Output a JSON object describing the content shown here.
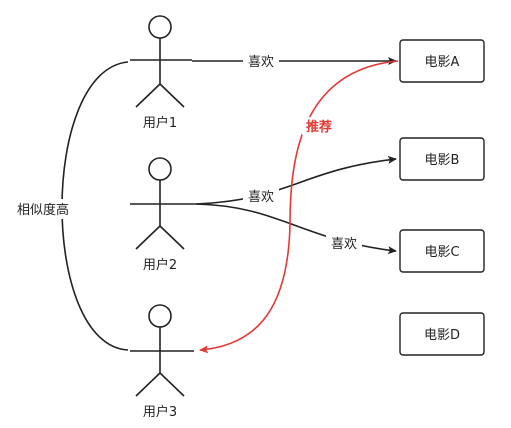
{
  "users": [
    {
      "label": "用户1"
    },
    {
      "label": "用户2"
    },
    {
      "label": "用户3"
    }
  ],
  "movies": [
    {
      "label": "电影A"
    },
    {
      "label": "电影B"
    },
    {
      "label": "电影C"
    },
    {
      "label": "电影D"
    }
  ],
  "edges": {
    "like_user1_movieA": "喜欢",
    "like_user2_movieB": "喜欢",
    "like_user2_movieC": "喜欢",
    "recommend": "推荐",
    "similarity": "相似度高"
  },
  "colors": {
    "stroke": "#222222",
    "recommend": "#e53935",
    "text": "#222222"
  }
}
